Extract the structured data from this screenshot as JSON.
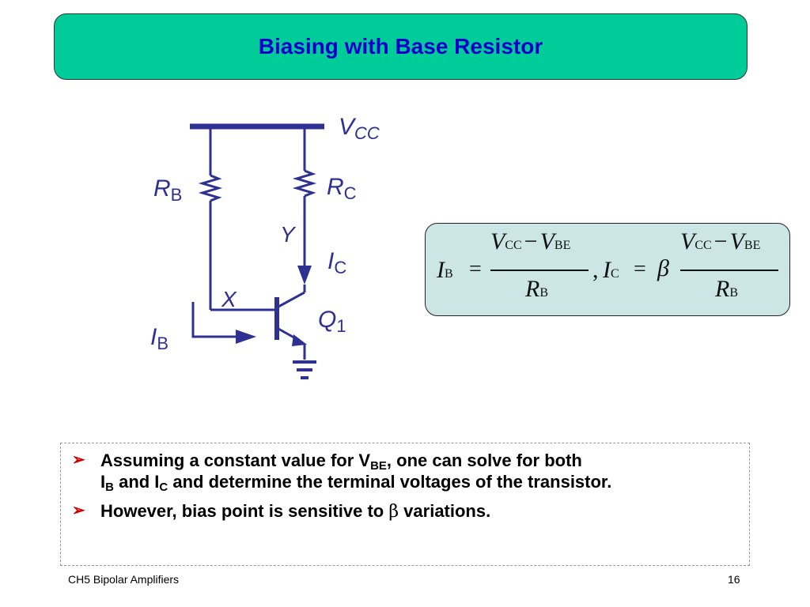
{
  "title": "Biasing with Base Resistor",
  "circuit": {
    "vcc_main": "V",
    "vcc_sub": "CC",
    "rb_main": "R",
    "rb_sub": "B",
    "rc_main": "R",
    "rc_sub": "C",
    "node_y": "Y",
    "ic_main": "I",
    "ic_sub": "C",
    "node_x": "X",
    "q_main": "Q",
    "q_sub": "1",
    "ib_main": "I",
    "ib_sub": "B"
  },
  "equation": {
    "ib_main": "I",
    "ib_sub": "B",
    "eq1": "=",
    "num1_v1": "V",
    "num1_v1_sub": "CC",
    "num1_minus": "−",
    "num1_v2": "V",
    "num1_v2_sub": "BE",
    "den1_main": "R",
    "den1_sub": "B",
    "comma": ",",
    "ic_main": "I",
    "ic_sub": "C",
    "eq2": "=",
    "beta": "β",
    "num2_v1": "V",
    "num2_v1_sub": "CC",
    "num2_minus": "−",
    "num2_v2": "V",
    "num2_v2_sub": "BE",
    "den2_main": "R",
    "den2_sub": "B"
  },
  "bullets": {
    "b1_part1": "Assuming a constant value for V",
    "b1_sub1": "BE",
    "b1_part2": ", one can solve for both",
    "b1_part3": "I",
    "b1_sub2": "B",
    "b1_part4": " and I",
    "b1_sub3": "C",
    "b1_part5": " and determine the terminal voltages of the transistor.",
    "b2_part1": "However, bias point is sensitive to ",
    "b2_beta": "β",
    "b2_part2": " variations."
  },
  "footer": {
    "left": "CH5 Bipolar Amplifiers",
    "right": "16"
  },
  "colors": {
    "title_bg": "#00cc99",
    "title_text": "#0000cc",
    "circuit": "#2e3191",
    "equation_bg": "#cce6e6",
    "bullet_arrow": "#cc0000"
  }
}
